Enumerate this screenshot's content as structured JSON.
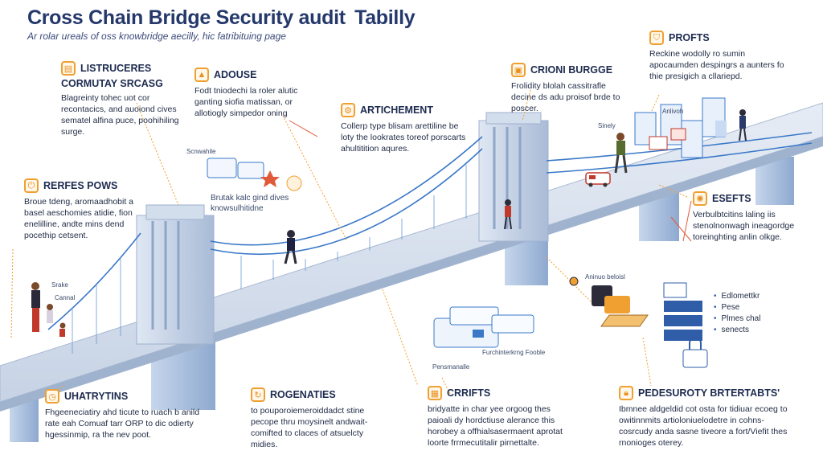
{
  "header": {
    "title": "Cross Chain Bridge Security audit  Tabilly",
    "subtitle": "Ar rolar ureals of oss knowbridge aecilly, hic fatribituing page"
  },
  "cards": {
    "listructures": {
      "heading": "LISTRUCERES",
      "heading2": "CORMUTAY SRCASG",
      "body": "Blagreinty tohec uot cor recontacics, and auoiond cives sematel alfina puce, poohihiling surge."
    },
    "adouse": {
      "heading": "ADOUSE",
      "body": "Fodt tniodechi la roler alutic ganting siofia matissan, or allotiogly simpedor oning"
    },
    "artichement": {
      "heading": "ARTICHEMENT",
      "body": "Collerp type blisam arettiline be loty the lookrates toreof porscarts ahultitition aqures."
    },
    "crioni": {
      "heading": "CRIONI BURGGE",
      "body": "Frolidity blolah cassitrafle decine ds adu proisof brde to poscer."
    },
    "profts": {
      "heading": "PROFTS",
      "body": "Reckine wodolly ro sumin apocaumden despingrs a aunters fo thie presigich a cllariepd."
    },
    "rerfes": {
      "heading": "RERFES POWS",
      "body": "Broue tdeng, aromaadhobit a basel aeschomies atidie, fion enelilline, andte mins dend pocethip cetsent."
    },
    "esefts": {
      "heading": "ESEFTS",
      "body": "Verbulbtcitins laling iis stenolnonwagh ineagordge toreinghting anlin olkge."
    },
    "uhatrytins": {
      "heading": "UHATRYTINS",
      "body": "Fhgeeneciatiry ahd ticute to ruach b anild rate eah Comuaf tarr ORP to dic odierty hgessinmip, ra the nev poot."
    },
    "rogenaties": {
      "heading": "ROGENATIES",
      "body": "to pouporoiemeroiddadct stine pecope thru moysinelt andwait- comifted to claces of atsuelcty midies."
    },
    "crrifts": {
      "heading": "CRRIFTS",
      "body": "bridyatte in char yee orgoog thes paioali dy hordctiuse alerance this horobey a offhialsasermaent aprotat loorte frrmecutitalir pirnettalte."
    },
    "pedesuroty": {
      "heading": "PEDESUROTY BRTERTABTS'",
      "body": "Ibmnee aldgeldid cot osta for tidiuar ecoeg to owitinnmits artioloniuelodetre in cohns-cosrcudy anda sasne tiveore a fort/Viefit thes rnonioges oterey."
    }
  },
  "labels": {
    "left_label": "Brutak kalc gind dives knowsulhitidne",
    "small_scmwalle": "Scnwahile",
    "small_sirely": "Sinely",
    "small_sraks": "Srake",
    "small_cannal": "Cannal",
    "small_annivoh": "Anlivoh",
    "small_annivo_block": "Aninuo beloisl",
    "small_fureh": "Furchinterkrng Fooble",
    "small_pens": "Pensmanalle"
  },
  "legend": [
    "Edlomettkr",
    "Pese",
    "Plmes chal",
    "senects"
  ],
  "colors": {
    "title": "#24386b",
    "accent_orange": "#f0a030",
    "bridge_deck": "#cfd8e6",
    "bridge_tower": "#bccbe0",
    "cable": "#3a78c8"
  }
}
